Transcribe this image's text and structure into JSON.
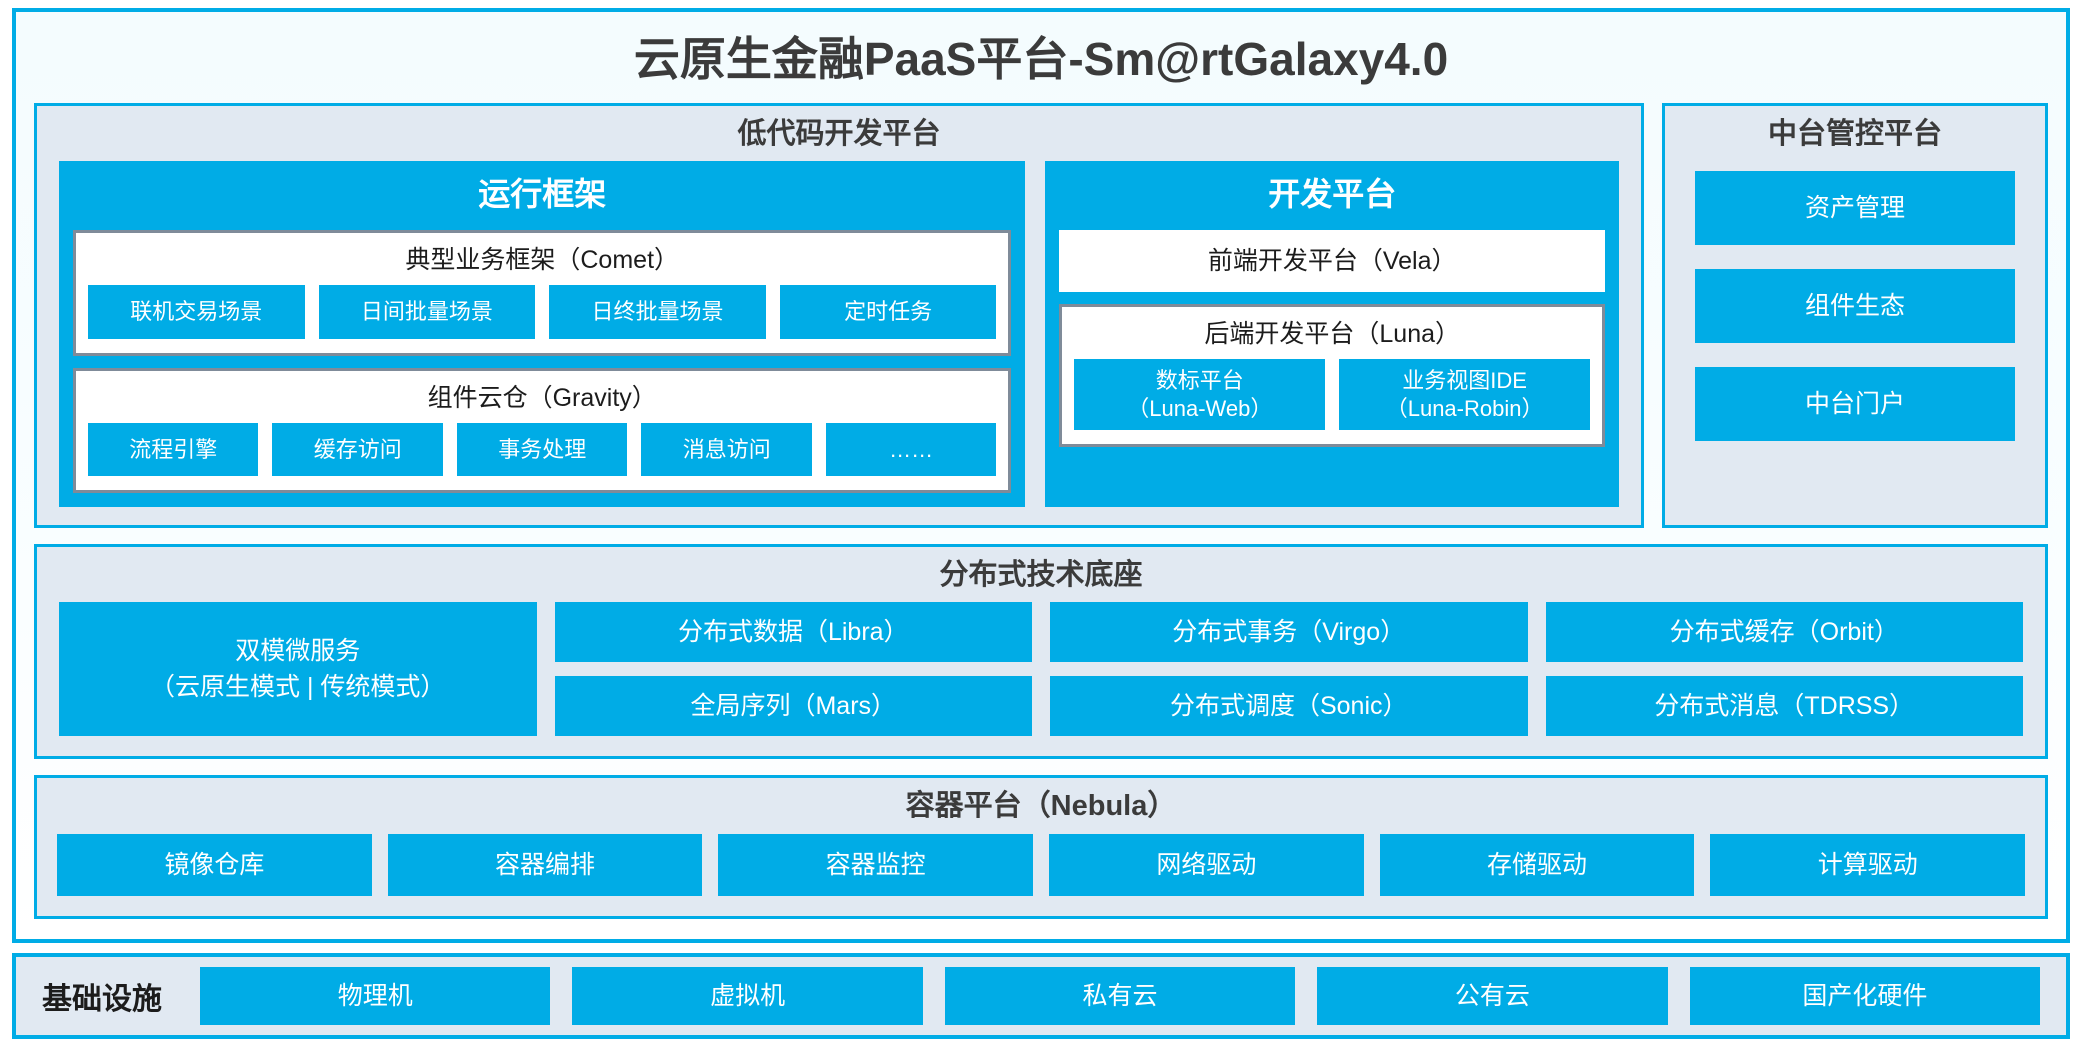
{
  "title": "云原生金融PaaS平台-Sm@rtGalaxy4.0",
  "colors": {
    "accent": "#00ace6",
    "panel_bg": "#e1e9f2",
    "box_border": "#7f8b99",
    "text": "#333333"
  },
  "lowcode": {
    "title": "低代码开发平台",
    "runtime": {
      "title": "运行框架",
      "comet": {
        "title": "典型业务框架（Comet）",
        "items": [
          "联机交易场景",
          "日间批量场景",
          "日终批量场景",
          "定时任务"
        ]
      },
      "gravity": {
        "title": "组件云仓（Gravity）",
        "items": [
          "流程引擎",
          "缓存访问",
          "事务处理",
          "消息访问",
          "……"
        ]
      }
    },
    "devplatform": {
      "title": "开发平台",
      "frontend": "前端开发平台（Vela）",
      "backend": {
        "title": "后端开发平台（Luna）",
        "items": [
          {
            "line1": "数标平台",
            "line2": "（Luna-Web）"
          },
          {
            "line1": "业务视图IDE",
            "line2": "（Luna-Robin）"
          }
        ]
      }
    }
  },
  "console": {
    "title": "中台管控平台",
    "items": [
      "资产管理",
      "组件生态",
      "中台门户"
    ]
  },
  "distributed": {
    "title": "分布式技术底座",
    "microservice": {
      "line1": "双模微服务",
      "line2": "（云原生模式 | 传统模式）"
    },
    "columns": [
      [
        "分布式数据（Libra）",
        "全局序列（Mars）"
      ],
      [
        "分布式事务（Virgo）",
        "分布式调度（Sonic）"
      ],
      [
        "分布式缓存（Orbit）",
        "分布式消息（TDRSS）"
      ]
    ]
  },
  "container": {
    "title": "容器平台（Nebula）",
    "items": [
      "镜像仓库",
      "容器编排",
      "容器监控",
      "网络驱动",
      "存储驱动",
      "计算驱动"
    ]
  },
  "infrastructure": {
    "label": "基础设施",
    "items": [
      "物理机",
      "虚拟机",
      "私有云",
      "公有云",
      "国产化硬件"
    ]
  }
}
